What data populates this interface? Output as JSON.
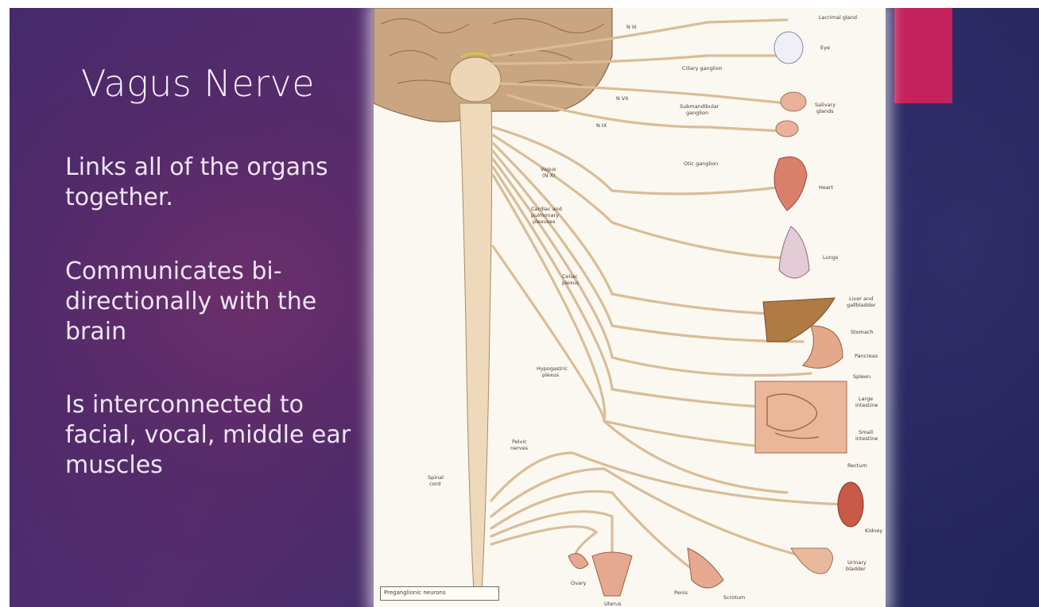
{
  "slide": {
    "title": "Vagus Nerve",
    "bullets": [
      "Links all of the organs together.",
      "Communicates bi-directionally with the brain",
      "Is interconnected to facial, vocal, middle ear muscles"
    ]
  },
  "figure": {
    "labels": {
      "lacrimal": "Lacrimal gland",
      "eye": "Eye",
      "ciliary": "Ciliary ganglion",
      "n3": "N III",
      "n7": "N VII",
      "n9": "N IX",
      "submandibular1": "Submandibular",
      "submandibular2": "ganglion",
      "salivary1": "Salivary",
      "salivary2": "glands",
      "otic": "Otic ganglion",
      "vagus1": "Vagus",
      "vagus2": "(N X)",
      "heart": "Heart",
      "cardiac1": "Cardiac and",
      "cardiac2": "pulmonary",
      "cardiac3": "plexuses",
      "lungs": "Lungs",
      "celiac1": "Celiac",
      "celiac2": "plexus",
      "liver1": "Liver and",
      "liver2": "gallbladder",
      "stomach": "Stomach",
      "pancreas": "Pancreas",
      "spleen": "Spleen",
      "hypogastric1": "Hypogastric",
      "hypogastric2": "plexus",
      "large1": "Large",
      "large2": "intestine",
      "small1": "Small",
      "small2": "intestine",
      "rectum": "Rectum",
      "pelvic1": "Pelvic",
      "pelvic2": "nerves",
      "spinal1": "Spinal",
      "spinal2": "cord",
      "kidney": "Kidney",
      "urinary1": "Urinary",
      "urinary2": "bladder",
      "ovary": "Ovary",
      "uterus": "Uterus",
      "penis": "Penis",
      "scrotum": "Scrotum"
    },
    "legend": "Preganglionic neurons"
  },
  "colors": {
    "accent": "#c4225c",
    "nerve": "#e2c7a3",
    "nerve_edge": "#a98a66",
    "text": "#ece6f0"
  }
}
